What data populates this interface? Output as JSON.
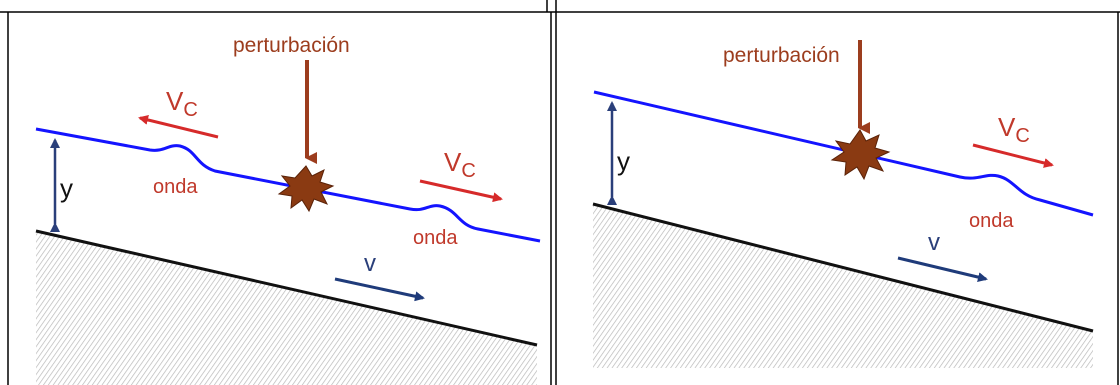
{
  "colors": {
    "water_line": "#1414ff",
    "wave_velocity": "#d62a2a",
    "flow_velocity": "#1f3b7a",
    "disturbance_arrow": "#9c3d1e",
    "disturbance_burst": "#8a3a12",
    "depth_arrow": "#2a3f7a",
    "channel_bed": "#111111",
    "hatch": "#bdbdbd"
  },
  "left_panel": {
    "disturbance_label": "perturbación",
    "wave_velocity_symbol": "V",
    "wave_velocity_subscript": "C",
    "wave_label_upstream": "onda",
    "wave_label_downstream": "onda",
    "depth_label": "y",
    "flow_velocity_label": "v"
  },
  "right_panel": {
    "disturbance_label": "perturbación",
    "wave_velocity_symbol": "V",
    "wave_velocity_subscript": "C",
    "wave_label": "onda",
    "depth_label": "y",
    "flow_velocity_label": "v"
  }
}
